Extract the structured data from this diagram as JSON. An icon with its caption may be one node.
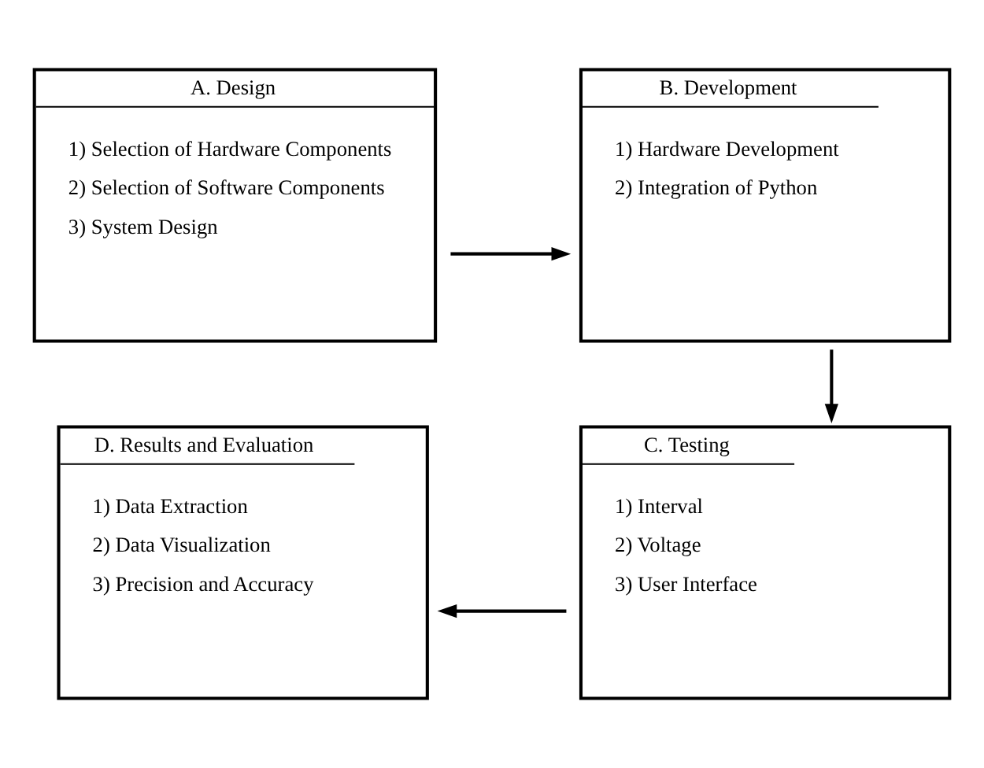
{
  "diagram": {
    "nodes": [
      {
        "text": [
          "A. Design",
          "1) Selection of Hardware Components",
          "2) Selection of Software Components",
          "3) System Design"
        ]
      },
      {
        "text": [
          "B. Development",
          "1) Hardware Development",
          "2) Integration of Python"
        ]
      },
      {
        "text": [
          "D. Results and Evaluation",
          "1) Data Extraction",
          "2) Data Visualization",
          "3) Precision and Accuracy"
        ]
      },
      {
        "text": [
          "C. Testing",
          "1) Interval",
          "2) Voltage",
          "3) User Interface"
        ]
      }
    ],
    "edges": [
      {
        "from": 0,
        "to": 1,
        "arrow": "to"
      },
      {
        "from": 1,
        "to": 3,
        "arrow": "to"
      },
      {
        "from": 3,
        "to": 2,
        "arrow": "to"
      }
    ]
  }
}
